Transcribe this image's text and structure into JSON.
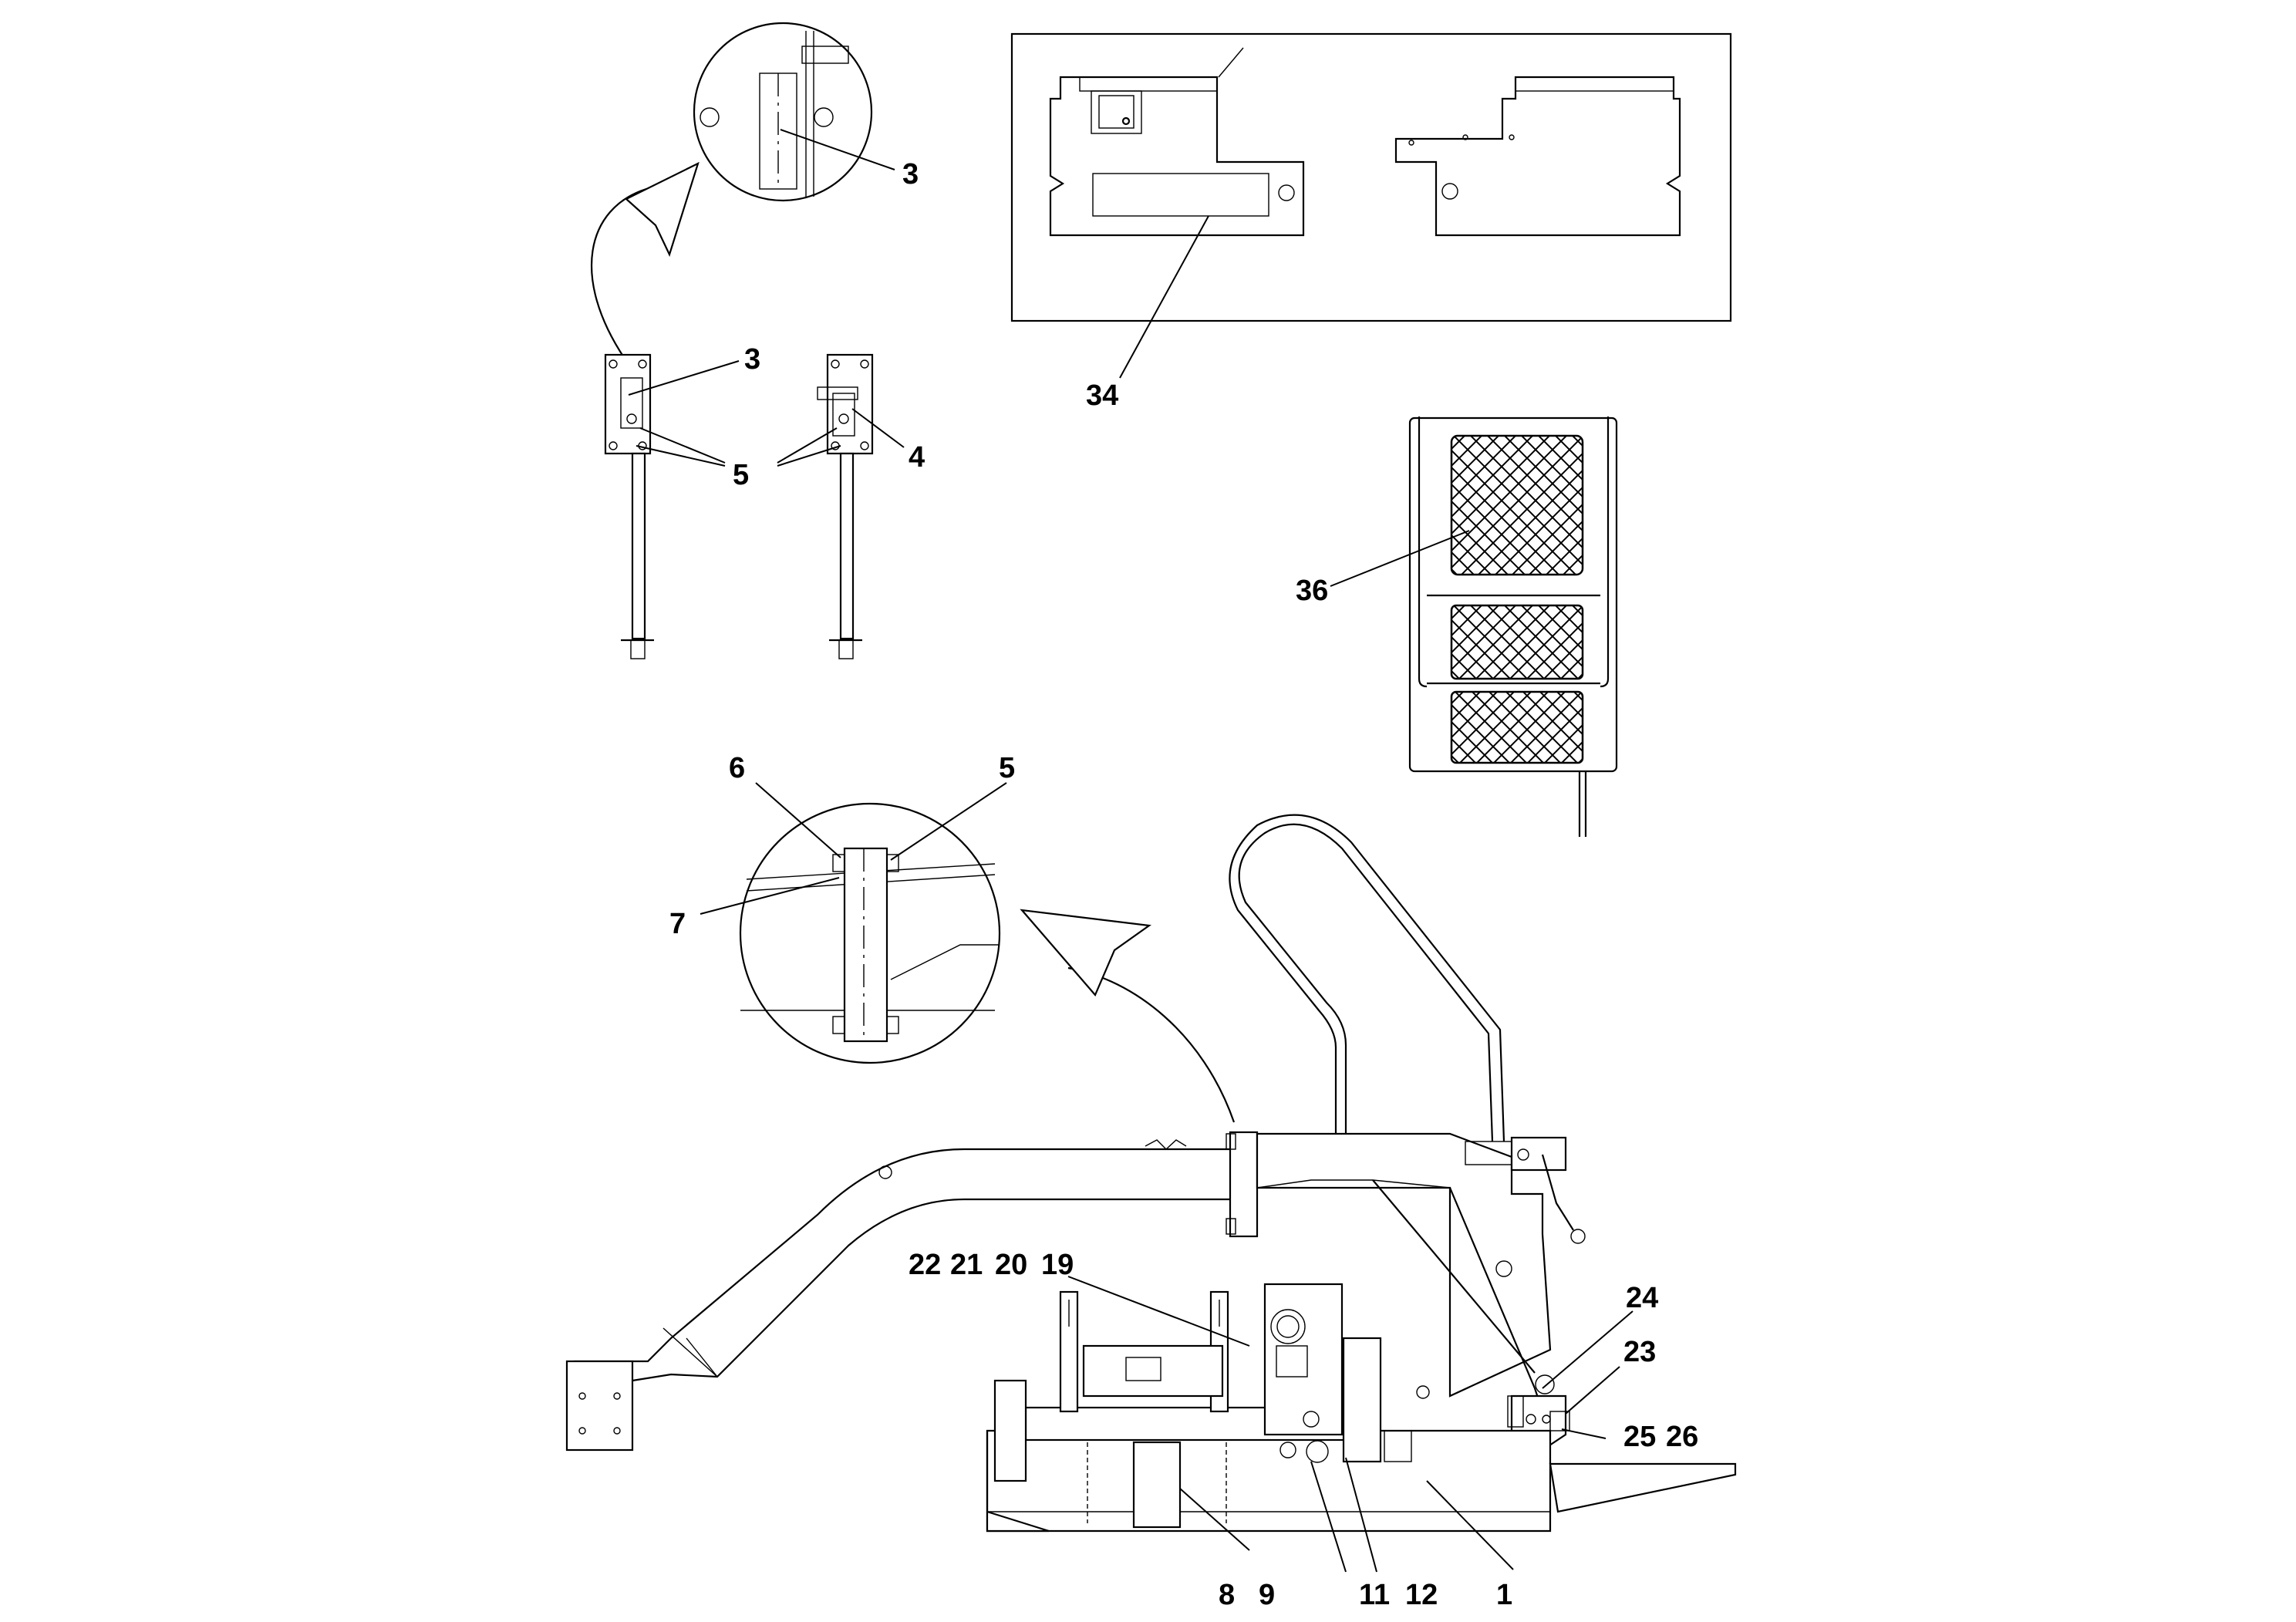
{
  "callouts": {
    "c3_detail": "3",
    "c3": "3",
    "c5_top": "5",
    "c4": "4",
    "c34": "34",
    "c36": "36",
    "c6": "6",
    "c5_detail": "5",
    "c7": "7",
    "c22": "22",
    "c21": "21",
    "c20": "20",
    "c19": "19",
    "c24": "24",
    "c23": "23",
    "c25": "25",
    "c26": "26",
    "c8": "8",
    "c9": "9",
    "c11": "11",
    "c12": "12",
    "c1": "1"
  }
}
